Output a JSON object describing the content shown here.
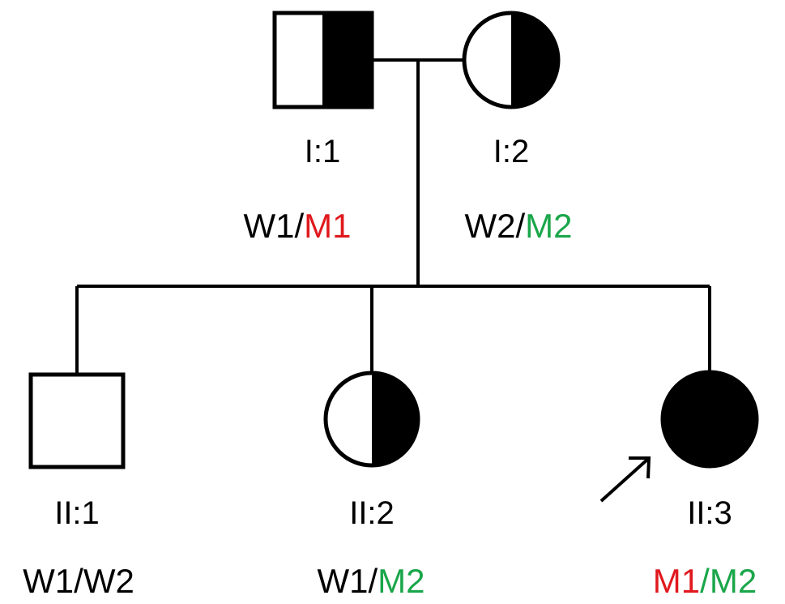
{
  "colors": {
    "line": "#000000",
    "fill_affected": "#000000",
    "fill_unaffected": "#ffffff",
    "wild": "#000000",
    "m1": "#e0191e",
    "m2": "#1aa64a"
  },
  "individuals": {
    "I_1": {
      "id": "I:1",
      "sex": "male",
      "status": "carrier",
      "genotype": [
        {
          "allele": "W1",
          "color": "#000000"
        },
        {
          "allele": "/",
          "color": "#000000"
        },
        {
          "allele": "M1",
          "color": "#e0191e"
        }
      ]
    },
    "I_2": {
      "id": "I:2",
      "sex": "female",
      "status": "carrier",
      "genotype": [
        {
          "allele": "W2",
          "color": "#000000"
        },
        {
          "allele": "/",
          "color": "#000000"
        },
        {
          "allele": "M2",
          "color": "#1aa64a"
        }
      ]
    },
    "II_1": {
      "id": "II:1",
      "sex": "male",
      "status": "unaffected",
      "genotype": [
        {
          "allele": "W1",
          "color": "#000000"
        },
        {
          "allele": "/",
          "color": "#000000"
        },
        {
          "allele": "W2",
          "color": "#000000"
        }
      ]
    },
    "II_2": {
      "id": "II:2",
      "sex": "female",
      "status": "carrier",
      "genotype": [
        {
          "allele": "W1",
          "color": "#000000"
        },
        {
          "allele": "/",
          "color": "#000000"
        },
        {
          "allele": "M2",
          "color": "#1aa64a"
        }
      ]
    },
    "II_3": {
      "id": "II:3",
      "sex": "female",
      "status": "affected",
      "proband": true,
      "genotype": [
        {
          "allele": "M1",
          "color": "#e0191e"
        },
        {
          "allele": "/",
          "color": "#1aa64a"
        },
        {
          "allele": "M2",
          "color": "#1aa64a"
        }
      ]
    }
  }
}
